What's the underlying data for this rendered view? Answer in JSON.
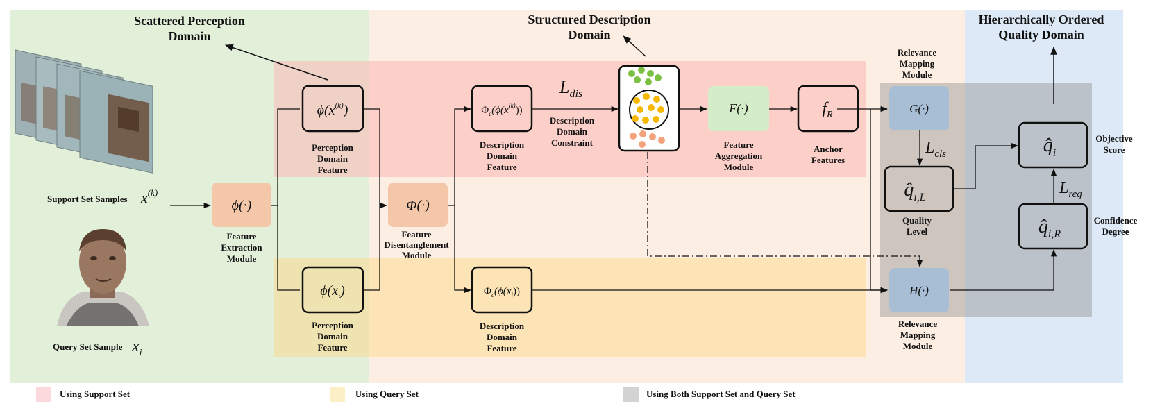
{
  "domains": {
    "scattered": [
      "Scattered Perception",
      "Domain"
    ],
    "structured": [
      "Structured Description",
      "Domain"
    ],
    "hierarchical": [
      "Hierarchically Ordered",
      "Quality Domain"
    ]
  },
  "inputs": {
    "support_label": "Support Set Samples",
    "support_symbol": "x",
    "support_sup": "(k)",
    "query_label": "Query Set Sample",
    "query_symbol": "x",
    "query_sub": "i"
  },
  "boxes": {
    "feature_extraction": {
      "symbol": "ϕ(·)",
      "label": [
        "Feature",
        "Extraction",
        "Module"
      ]
    },
    "perception_support": {
      "symbol": "ϕ(x",
      "sup": "(k)",
      "close": ")",
      "label": [
        "Perception",
        "Domain",
        "Feature"
      ]
    },
    "perception_query": {
      "symbol": "ϕ(x",
      "sub": "i",
      "close": ")",
      "label": [
        "Perception",
        "Domain",
        "Feature"
      ]
    },
    "disentangle": {
      "symbol": "Φ(·)",
      "label": [
        "Feature",
        "Disentanglement",
        "Module"
      ]
    },
    "desc_support": {
      "symbol": "Φ",
      "sub": "c",
      "mid": "(ϕ(x",
      "sup": "(k)",
      "close": "))",
      "label": [
        "Description",
        "Domain",
        "Feature"
      ]
    },
    "desc_query": {
      "symbol": "Φ",
      "sub": "c",
      "mid": "(ϕ(x",
      "sub2": "i",
      "close": "))",
      "label": [
        "Description",
        "Domain",
        "Feature"
      ]
    },
    "constraint": {
      "loss": "L",
      "loss_sub": "dis",
      "label": [
        "Description",
        "Domain",
        "Constraint"
      ]
    },
    "aggregation": {
      "symbol": "F(·)",
      "label": [
        "Feature",
        "Aggregation",
        "Module"
      ]
    },
    "anchor": {
      "symbol": "f",
      "sub": "R",
      "label": [
        "Anchor",
        "Features"
      ]
    },
    "relevance_g": {
      "symbol": "G(·)",
      "label": [
        "Relevance",
        "Mapping",
        "Module"
      ]
    },
    "relevance_h": {
      "symbol": "H(·)",
      "label": [
        "Relevance",
        "Mapping",
        "Module"
      ]
    },
    "quality_level": {
      "symbol": "q̂",
      "sub": "i,L",
      "label": [
        "Quality",
        "Level"
      ]
    },
    "objective": {
      "symbol": "q̂",
      "sub": "i",
      "label": [
        "Objective",
        "Score"
      ]
    },
    "confidence": {
      "symbol": "q̂",
      "sub": "i,R",
      "label": [
        "Confidence",
        "Degree"
      ]
    },
    "loss_cls": {
      "loss": "L",
      "loss_sub": "cls"
    },
    "loss_reg": {
      "loss": "L",
      "loss_sub": "reg"
    }
  },
  "legend": [
    {
      "label": "Using Support Set",
      "color": "#fbd9dc"
    },
    {
      "label": "Using Query Set",
      "color": "#fbefc5"
    },
    {
      "label": "Using Both Support Set and Query Set",
      "color": "#d3d3d3"
    }
  ],
  "colors": {
    "scattered_bg": "#e2efd9",
    "structured_bg": "#fdeee3",
    "hierarchical_bg": "#dde9f6",
    "support_band": "#fcd8d6",
    "query_band": "#fbe8b4",
    "gray_panel": "#b4b4b4",
    "orange_box": "#f5c7a9",
    "green_box": "#d5ecc8",
    "blue_box": "#a7bed5"
  }
}
